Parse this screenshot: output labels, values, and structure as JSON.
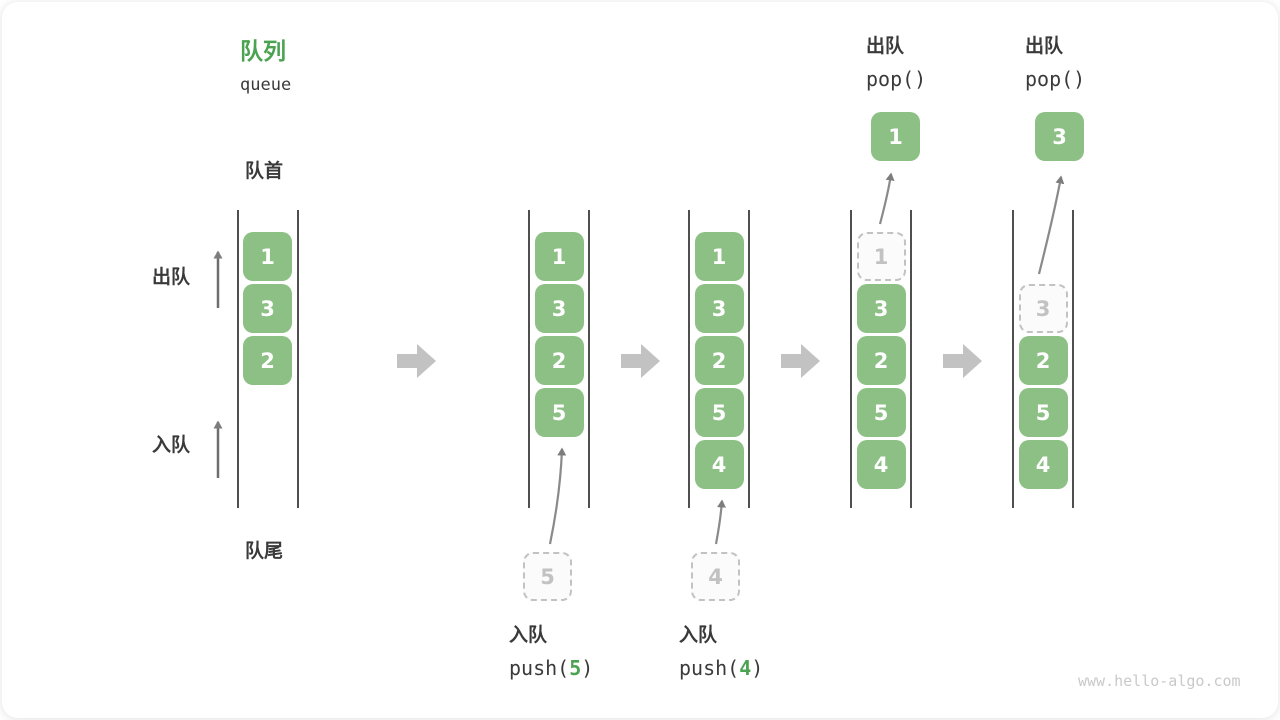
{
  "header": {
    "title_zh": "队列",
    "title_en": "queue"
  },
  "labels": {
    "front": "队首",
    "rear": "队尾",
    "dequeue_side": "出队",
    "enqueue_side": "入队"
  },
  "watermark": "www.hello-algo.com",
  "colors": {
    "green_box": "#8CC084",
    "green_accent": "#4BA351",
    "text_dark": "#3A3A3A",
    "arrow_thin": "#7D7D7D",
    "arrow_block": "#C2C2C2",
    "dashed_gray": "#C2C2C2",
    "line_dark": "#4F4F4F",
    "watermark_gray": "#C9C9C9"
  },
  "queues": [
    {
      "cells": [
        {
          "value": "1",
          "slot": 0,
          "style": "solid"
        },
        {
          "value": "3",
          "slot": 1,
          "style": "solid"
        },
        {
          "value": "2",
          "slot": 2,
          "style": "solid"
        }
      ]
    },
    {
      "cells": [
        {
          "value": "1",
          "slot": 0,
          "style": "solid"
        },
        {
          "value": "3",
          "slot": 1,
          "style": "solid"
        },
        {
          "value": "2",
          "slot": 2,
          "style": "solid"
        },
        {
          "value": "5",
          "slot": 3,
          "style": "solid"
        }
      ]
    },
    {
      "cells": [
        {
          "value": "1",
          "slot": 0,
          "style": "solid"
        },
        {
          "value": "3",
          "slot": 1,
          "style": "solid"
        },
        {
          "value": "2",
          "slot": 2,
          "style": "solid"
        },
        {
          "value": "5",
          "slot": 3,
          "style": "solid"
        },
        {
          "value": "4",
          "slot": 4,
          "style": "solid"
        }
      ]
    },
    {
      "cells": [
        {
          "value": "1",
          "slot": 0,
          "style": "dashed"
        },
        {
          "value": "3",
          "slot": 1,
          "style": "solid"
        },
        {
          "value": "2",
          "slot": 2,
          "style": "solid"
        },
        {
          "value": "5",
          "slot": 3,
          "style": "solid"
        },
        {
          "value": "4",
          "slot": 4,
          "style": "solid"
        }
      ]
    },
    {
      "cells": [
        {
          "value": "3",
          "slot": 1,
          "style": "dashed"
        },
        {
          "value": "2",
          "slot": 2,
          "style": "solid"
        },
        {
          "value": "5",
          "slot": 3,
          "style": "solid"
        },
        {
          "value": "4",
          "slot": 4,
          "style": "solid"
        }
      ]
    }
  ],
  "operations": [
    {
      "kind": "enqueue",
      "label": "入队",
      "code_prefix": "push(",
      "arg": "5",
      "code_suffix": ")",
      "box_value": "5"
    },
    {
      "kind": "enqueue",
      "label": "入队",
      "code_prefix": "push(",
      "arg": "4",
      "code_suffix": ")",
      "box_value": "4"
    },
    {
      "kind": "dequeue",
      "label": "出队",
      "code": "pop()",
      "box_value": "1"
    },
    {
      "kind": "dequeue",
      "label": "出队",
      "code": "pop()",
      "box_value": "3"
    }
  ]
}
